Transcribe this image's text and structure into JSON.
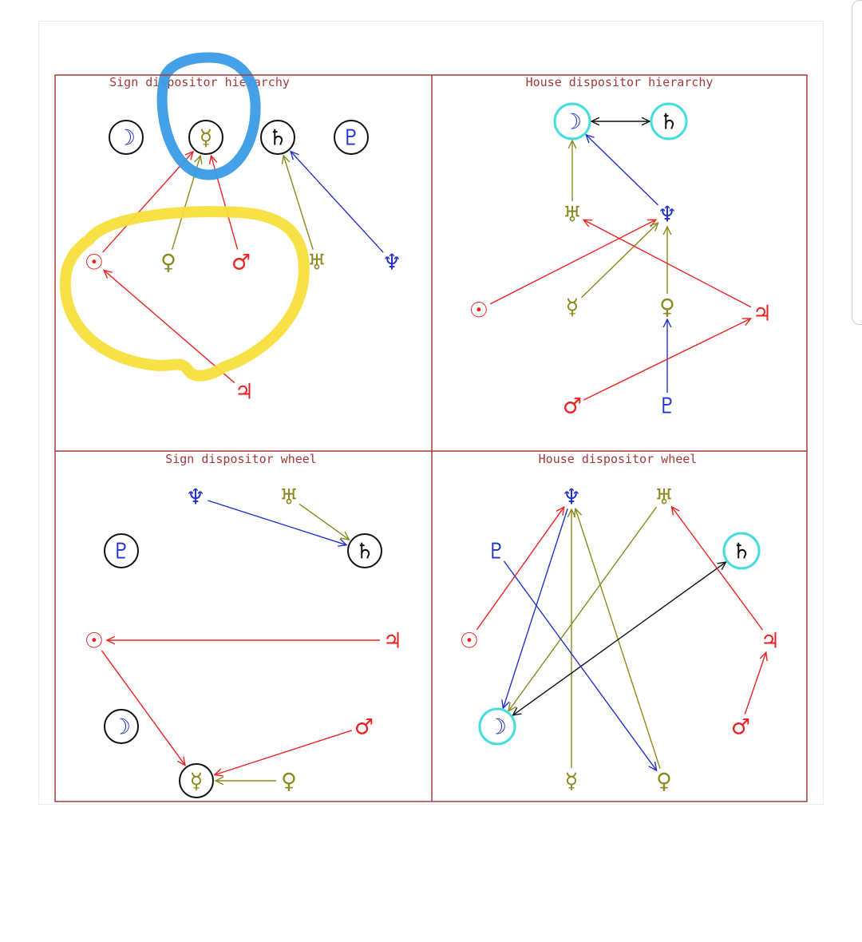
{
  "colors": {
    "border": "#a33a3a",
    "red": "#ee2222",
    "olive": "#8a8a1e",
    "blue": "#2233cc",
    "black": "#111111",
    "cyan": "#44dddd",
    "title": "#a33a3a",
    "highlight_blue": "#3a9be6",
    "highlight_yellow": "#f7df3c"
  },
  "panels": [
    {
      "title": "Sign dispositor hierarchy",
      "planets": [
        {
          "id": "moon",
          "glyph": "☽",
          "color": "blue",
          "ring": "black"
        },
        {
          "id": "mercury",
          "glyph": "☿",
          "color": "olive",
          "ring": "black"
        },
        {
          "id": "saturn",
          "glyph": "♄",
          "color": "black",
          "ring": "black"
        },
        {
          "id": "pluto",
          "glyph": "♇",
          "color": "blue",
          "ring": "black"
        },
        {
          "id": "sun",
          "glyph": "☉",
          "color": "red",
          "ring": ""
        },
        {
          "id": "venus",
          "glyph": "♀",
          "color": "olive",
          "ring": ""
        },
        {
          "id": "mars",
          "glyph": "♂",
          "color": "red",
          "ring": ""
        },
        {
          "id": "uranus",
          "glyph": "♅",
          "color": "olive",
          "ring": ""
        },
        {
          "id": "neptune",
          "glyph": "♆",
          "color": "blue",
          "ring": ""
        },
        {
          "id": "jupiter",
          "glyph": "♃",
          "color": "red",
          "ring": ""
        }
      ],
      "links": [
        {
          "from": "sun",
          "to": "mercury",
          "color": "red"
        },
        {
          "from": "venus",
          "to": "mercury",
          "color": "olive"
        },
        {
          "from": "mars",
          "to": "mercury",
          "color": "red"
        },
        {
          "from": "uranus",
          "to": "saturn",
          "color": "olive"
        },
        {
          "from": "neptune",
          "to": "saturn",
          "color": "blue"
        },
        {
          "from": "jupiter",
          "to": "sun",
          "color": "red"
        }
      ]
    },
    {
      "title": "House dispositor hierarchy",
      "planets": [
        {
          "id": "moon",
          "glyph": "☽",
          "color": "blue",
          "ring": "cyan"
        },
        {
          "id": "saturn",
          "glyph": "♄",
          "color": "black",
          "ring": "cyan"
        },
        {
          "id": "uranus",
          "glyph": "♅",
          "color": "olive",
          "ring": ""
        },
        {
          "id": "neptune",
          "glyph": "♆",
          "color": "blue",
          "ring": ""
        },
        {
          "id": "sun",
          "glyph": "☉",
          "color": "red",
          "ring": ""
        },
        {
          "id": "mercury",
          "glyph": "☿",
          "color": "olive",
          "ring": ""
        },
        {
          "id": "venus",
          "glyph": "♀",
          "color": "olive",
          "ring": ""
        },
        {
          "id": "jupiter",
          "glyph": "♃",
          "color": "red",
          "ring": ""
        },
        {
          "id": "mars",
          "glyph": "♂",
          "color": "red",
          "ring": ""
        },
        {
          "id": "pluto",
          "glyph": "♇",
          "color": "blue",
          "ring": ""
        }
      ],
      "links": [
        {
          "from": "moon",
          "to": "saturn",
          "color": "black",
          "both": true
        },
        {
          "from": "uranus",
          "to": "moon",
          "color": "olive"
        },
        {
          "from": "neptune",
          "to": "moon",
          "color": "blue"
        },
        {
          "from": "sun",
          "to": "neptune",
          "color": "red"
        },
        {
          "from": "mercury",
          "to": "neptune",
          "color": "olive"
        },
        {
          "from": "venus",
          "to": "neptune",
          "color": "olive"
        },
        {
          "from": "jupiter",
          "to": "uranus",
          "color": "red"
        },
        {
          "from": "pluto",
          "to": "venus",
          "color": "blue"
        },
        {
          "from": "mars",
          "to": "jupiter",
          "color": "red"
        }
      ]
    },
    {
      "title": "Sign dispositor wheel",
      "planets": [
        {
          "id": "neptune",
          "glyph": "♆",
          "color": "blue",
          "ring": ""
        },
        {
          "id": "uranus",
          "glyph": "♅",
          "color": "olive",
          "ring": ""
        },
        {
          "id": "saturn",
          "glyph": "♄",
          "color": "black",
          "ring": "black"
        },
        {
          "id": "pluto",
          "glyph": "♇",
          "color": "blue",
          "ring": "black"
        },
        {
          "id": "sun",
          "glyph": "☉",
          "color": "red",
          "ring": ""
        },
        {
          "id": "jupiter",
          "glyph": "♃",
          "color": "red",
          "ring": ""
        },
        {
          "id": "moon",
          "glyph": "☽",
          "color": "blue",
          "ring": "black"
        },
        {
          "id": "mars",
          "glyph": "♂",
          "color": "red",
          "ring": ""
        },
        {
          "id": "mercury",
          "glyph": "☿",
          "color": "olive",
          "ring": "black"
        },
        {
          "id": "venus",
          "glyph": "♀",
          "color": "olive",
          "ring": ""
        }
      ],
      "links": [
        {
          "from": "neptune",
          "to": "saturn",
          "color": "blue"
        },
        {
          "from": "uranus",
          "to": "saturn",
          "color": "olive"
        },
        {
          "from": "jupiter",
          "to": "sun",
          "color": "red"
        },
        {
          "from": "sun",
          "to": "mercury",
          "color": "red"
        },
        {
          "from": "mars",
          "to": "mercury",
          "color": "red"
        },
        {
          "from": "venus",
          "to": "mercury",
          "color": "olive"
        }
      ]
    },
    {
      "title": "House dispositor wheel",
      "planets": [
        {
          "id": "neptune",
          "glyph": "♆",
          "color": "blue",
          "ring": ""
        },
        {
          "id": "uranus",
          "glyph": "♅",
          "color": "olive",
          "ring": ""
        },
        {
          "id": "saturn",
          "glyph": "♄",
          "color": "black",
          "ring": "cyan"
        },
        {
          "id": "pluto",
          "glyph": "♇",
          "color": "blue",
          "ring": ""
        },
        {
          "id": "sun",
          "glyph": "☉",
          "color": "red",
          "ring": ""
        },
        {
          "id": "jupiter",
          "glyph": "♃",
          "color": "red",
          "ring": ""
        },
        {
          "id": "moon",
          "glyph": "☽",
          "color": "blue",
          "ring": "cyan"
        },
        {
          "id": "mars",
          "glyph": "♂",
          "color": "red",
          "ring": ""
        },
        {
          "id": "mercury",
          "glyph": "☿",
          "color": "olive",
          "ring": ""
        },
        {
          "id": "venus",
          "glyph": "♀",
          "color": "olive",
          "ring": ""
        }
      ],
      "links": [
        {
          "from": "sun",
          "to": "neptune",
          "color": "red"
        },
        {
          "from": "neptune",
          "to": "moon",
          "color": "blue"
        },
        {
          "from": "mercury",
          "to": "neptune",
          "color": "olive"
        },
        {
          "from": "venus",
          "to": "neptune",
          "color": "olive"
        },
        {
          "from": "uranus",
          "to": "moon",
          "color": "olive"
        },
        {
          "from": "moon",
          "to": "saturn",
          "color": "black",
          "both": true
        },
        {
          "from": "pluto",
          "to": "venus",
          "color": "blue"
        },
        {
          "from": "jupiter",
          "to": "uranus",
          "color": "red"
        },
        {
          "from": "mars",
          "to": "jupiter",
          "color": "red"
        }
      ]
    }
  ]
}
